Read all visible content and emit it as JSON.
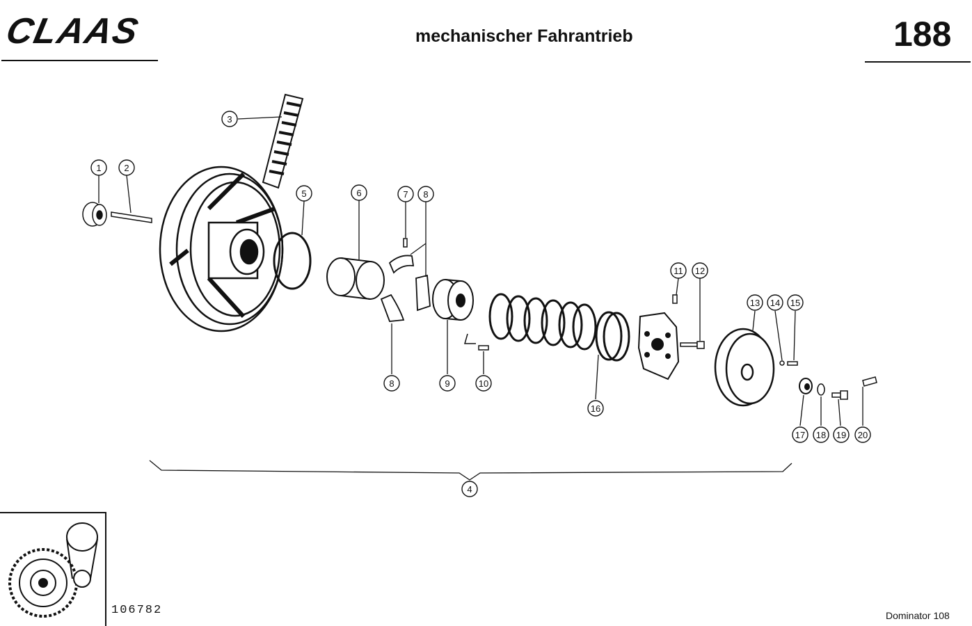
{
  "header": {
    "brand": "CLAAS",
    "title": "mechanischer Fahrantrieb",
    "page_number": "188"
  },
  "footer": {
    "drawing_number": "106782",
    "model": "Dominator 108"
  },
  "callouts": [
    "1",
    "2",
    "3",
    "4",
    "5",
    "6",
    "7",
    "8",
    "8",
    "9",
    "10",
    "11",
    "12",
    "13",
    "14",
    "15",
    "16",
    "17",
    "18",
    "19",
    "20"
  ]
}
